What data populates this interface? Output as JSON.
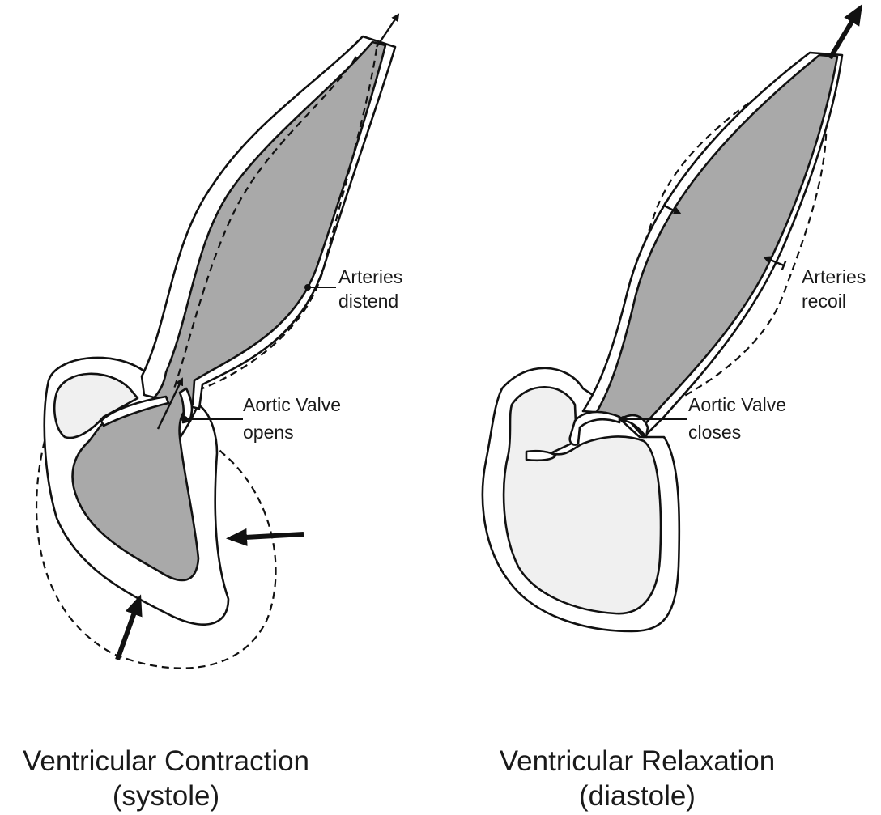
{
  "colors": {
    "blood": "#a9a9a9",
    "chamber_empty": "#f0f0f0",
    "wall": "#ffffff",
    "ink": "#111111"
  },
  "systole": {
    "label_arteries_1": "Arteries",
    "label_arteries_2": "distend",
    "label_valve_1": "Aortic Valve",
    "label_valve_2": "opens",
    "caption_1": "Ventricular Contraction",
    "caption_2": "(systole)"
  },
  "diastole": {
    "label_arteries_1": "Arteries",
    "label_arteries_2": "recoil",
    "label_valve_1": "Aortic Valve",
    "label_valve_2": "closes",
    "caption_1": "Ventricular Relaxation",
    "caption_2": "(diastole)"
  }
}
